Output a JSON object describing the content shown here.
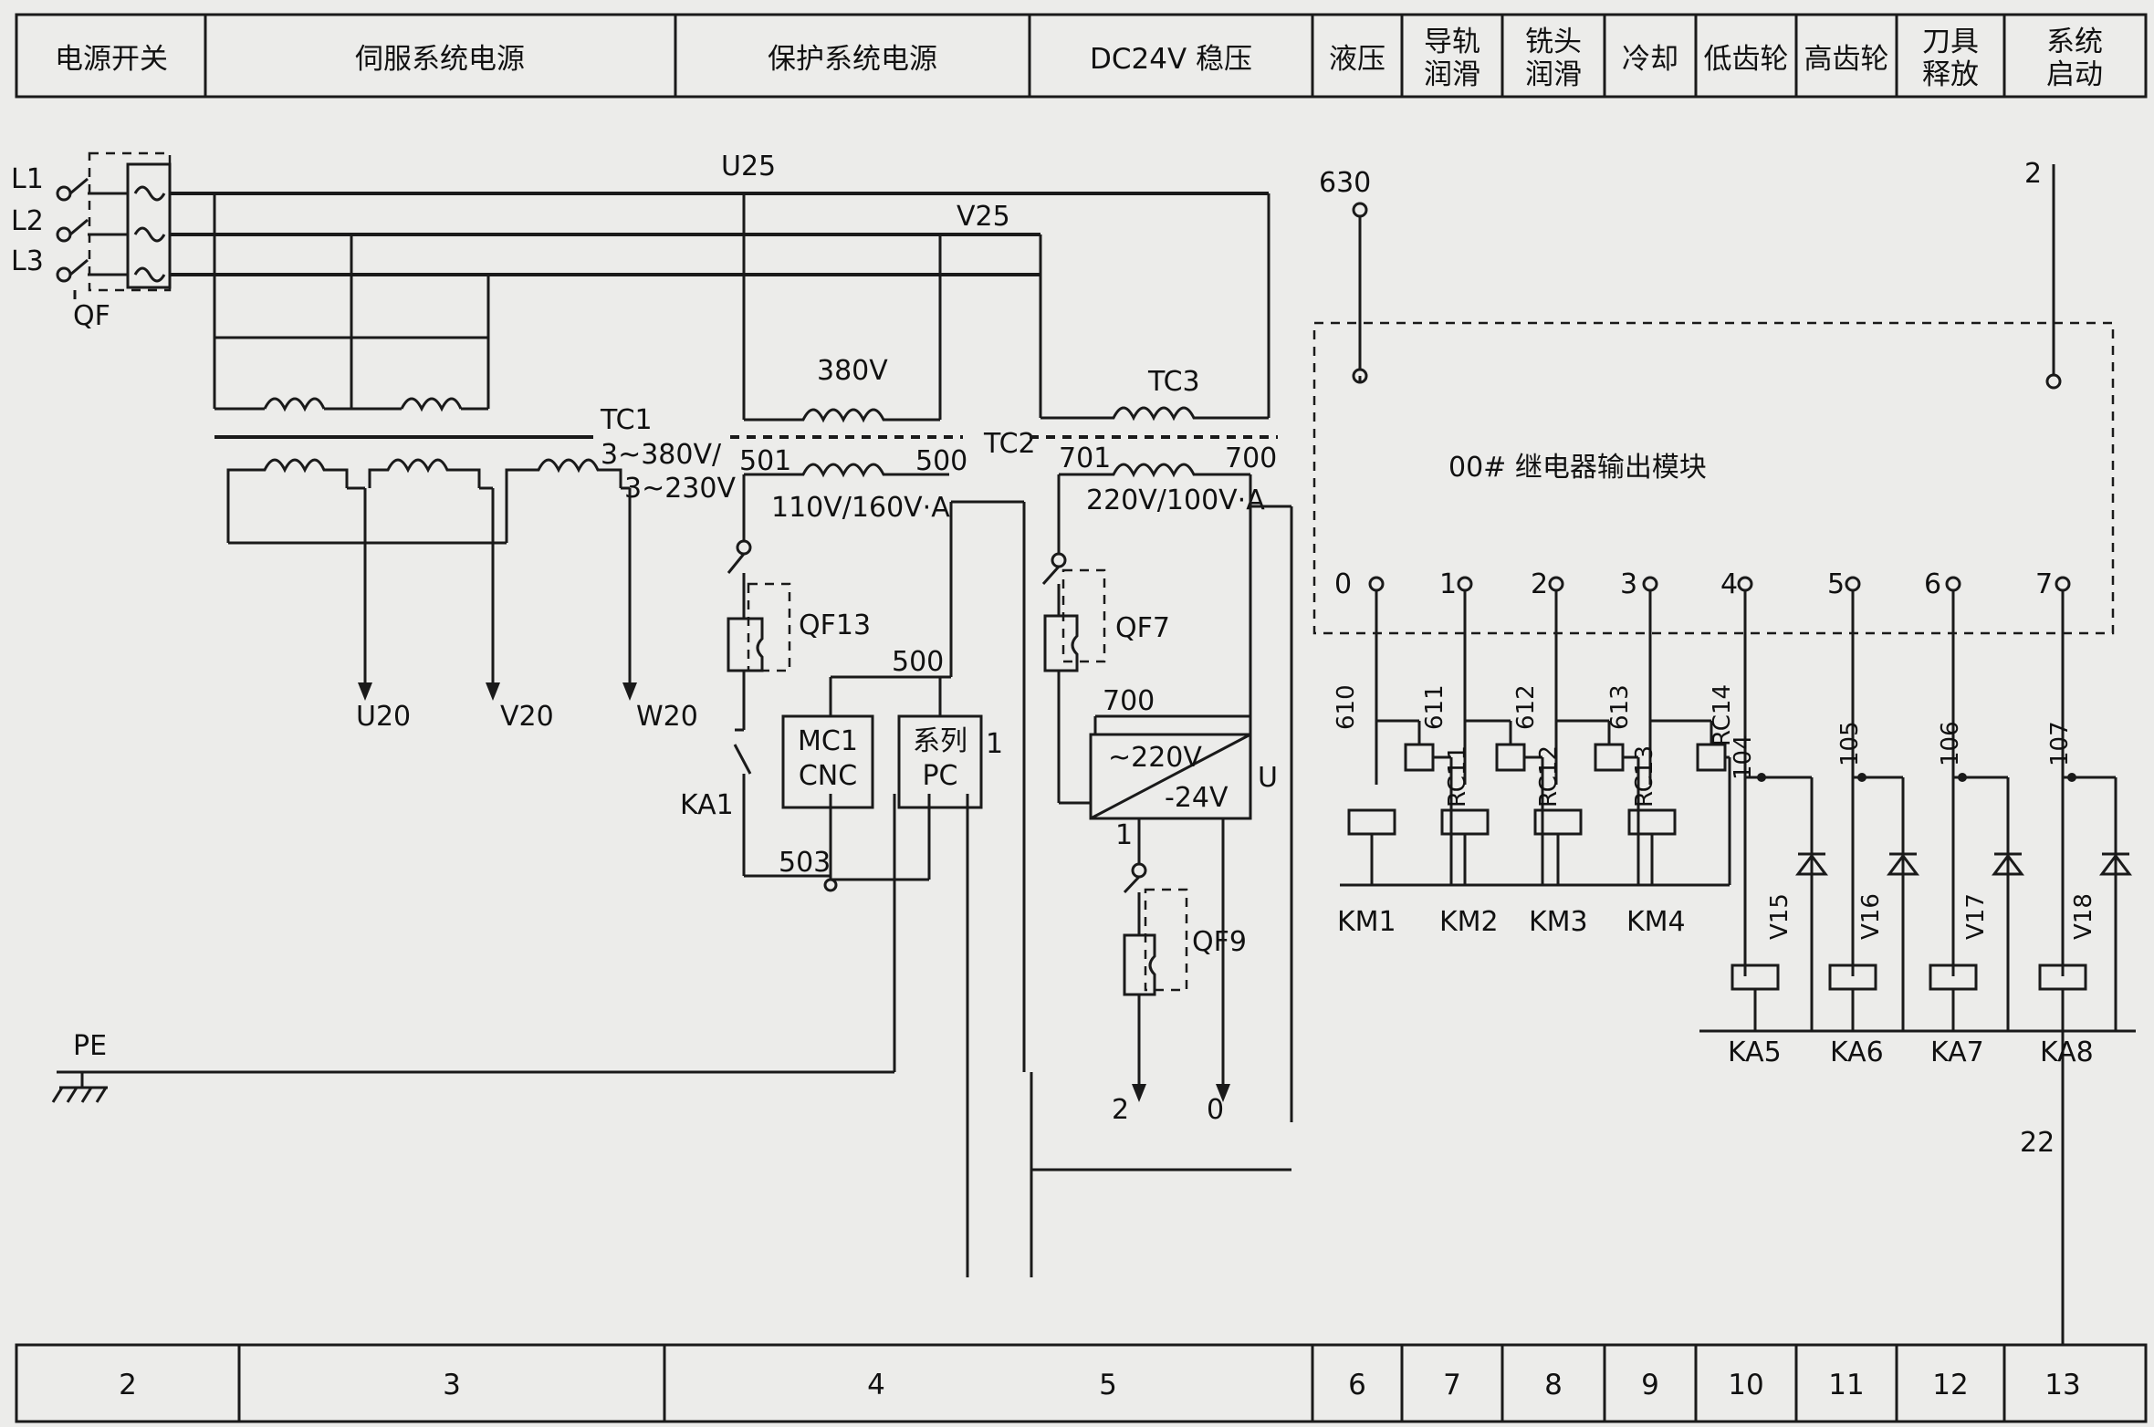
{
  "header": {
    "cells": [
      "电源开关",
      "伺服系统电源",
      "保护系统电源",
      "DC24V 稳压",
      "液压",
      "导轨",
      "铣头",
      "冷却",
      "低齿轮",
      "高齿轮",
      "刀具",
      "系统"
    ],
    "cells_line2": [
      "润滑",
      "润滑",
      "释放",
      "启动"
    ]
  },
  "footer": {
    "cells": [
      "2",
      "3",
      "4",
      "5",
      "6",
      "7",
      "8",
      "9",
      "10",
      "11",
      "12",
      "13"
    ]
  },
  "power": {
    "phases": [
      "L1",
      "L2",
      "L3"
    ],
    "breaker": "QF",
    "pe": "PE"
  },
  "servo": {
    "transformer": "TC1",
    "ratio_line1": "3~380V/",
    "ratio_line2": "3~230V",
    "outputs": [
      "U20",
      "V20",
      "W20"
    ]
  },
  "protect": {
    "u_line": "U25",
    "v_line": "V25",
    "primary": "380V",
    "transformer": "TC2",
    "sec_left": "501",
    "sec_right": "500",
    "rating": "110V/160V·A",
    "breaker": "QF13",
    "relay": "KA1",
    "node_500": "500",
    "node_503": "503",
    "cnc_line1": "MC1",
    "cnc_line2": "CNC",
    "pc_line1": "系列",
    "pc_line2": "PC",
    "pc_pin": "1"
  },
  "dc24": {
    "transformer": "TC3",
    "sec_left": "701",
    "sec_right": "700",
    "rating": "220V/100V·A",
    "breaker1": "QF7",
    "node_700": "700",
    "psu_in": "~220V",
    "psu_out": "-24V",
    "psu_name": "U",
    "pin1": "1",
    "breaker2": "QF9",
    "out_pos": "2",
    "out_neg": "0"
  },
  "relay_module": {
    "title": "00# 继电器输出模块",
    "terminal_630": "630",
    "terminal_2": "2",
    "outputs": [
      "0",
      "1",
      "2",
      "3",
      "4",
      "5",
      "6",
      "7"
    ],
    "wires_left": [
      "610",
      "611",
      "612",
      "613"
    ],
    "rc": [
      "RC11",
      "RC12",
      "RC13",
      "RC14"
    ],
    "contactors": [
      "KM1",
      "KM2",
      "KM3",
      "KM4"
    ],
    "wires_right": [
      "104",
      "105",
      "106",
      "107"
    ],
    "diodes": [
      "V15",
      "V16",
      "V17",
      "V18"
    ],
    "relays": [
      "KA5",
      "KA6",
      "KA7",
      "KA8"
    ],
    "bottom_wire": "22"
  }
}
